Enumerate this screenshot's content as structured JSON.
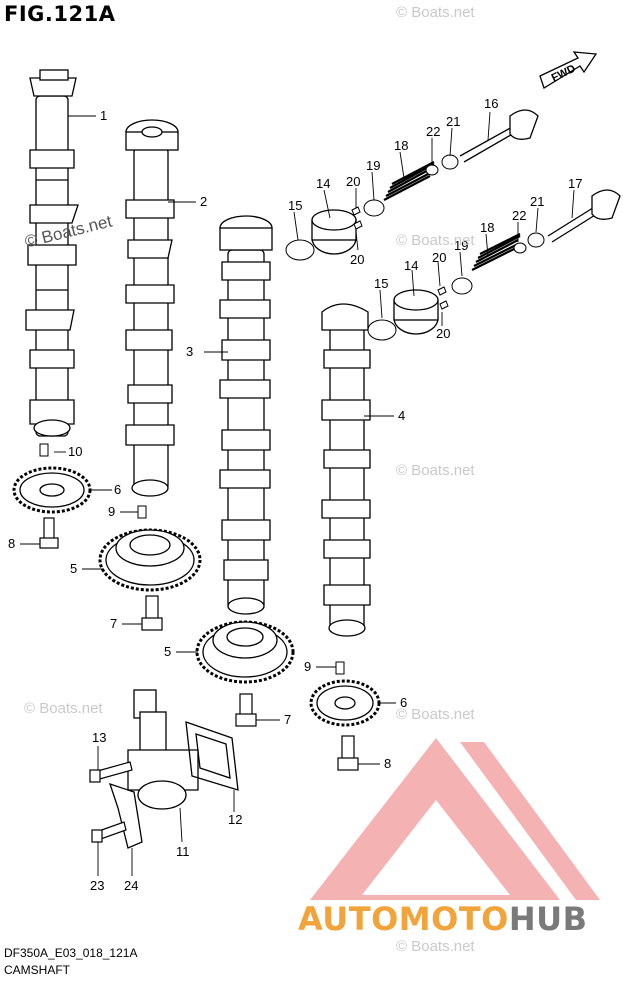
{
  "figure": {
    "title": "FIG.121A",
    "drawing_code": "DF350A_E03_018_121A",
    "name": "CAMSHAFT",
    "direction_label": "FWD"
  },
  "watermarks": {
    "text": "© Boats.net",
    "visible_text": "© Boats.net"
  },
  "brand": {
    "word_part1": "AUTOMOTO",
    "word_part2": "HUB",
    "color_primary": "#f2a33a",
    "color_secondary": "#7a7a7a",
    "logo_color": "#f0a0a0"
  },
  "callouts": [
    "1",
    "2",
    "3",
    "4",
    "5",
    "5",
    "6",
    "6",
    "7",
    "7",
    "8",
    "8",
    "9",
    "9",
    "10",
    "11",
    "12",
    "13",
    "14",
    "14",
    "15",
    "15",
    "16",
    "17",
    "18",
    "18",
    "19",
    "19",
    "20",
    "20",
    "20",
    "20",
    "21",
    "21",
    "22",
    "22",
    "23",
    "24"
  ]
}
